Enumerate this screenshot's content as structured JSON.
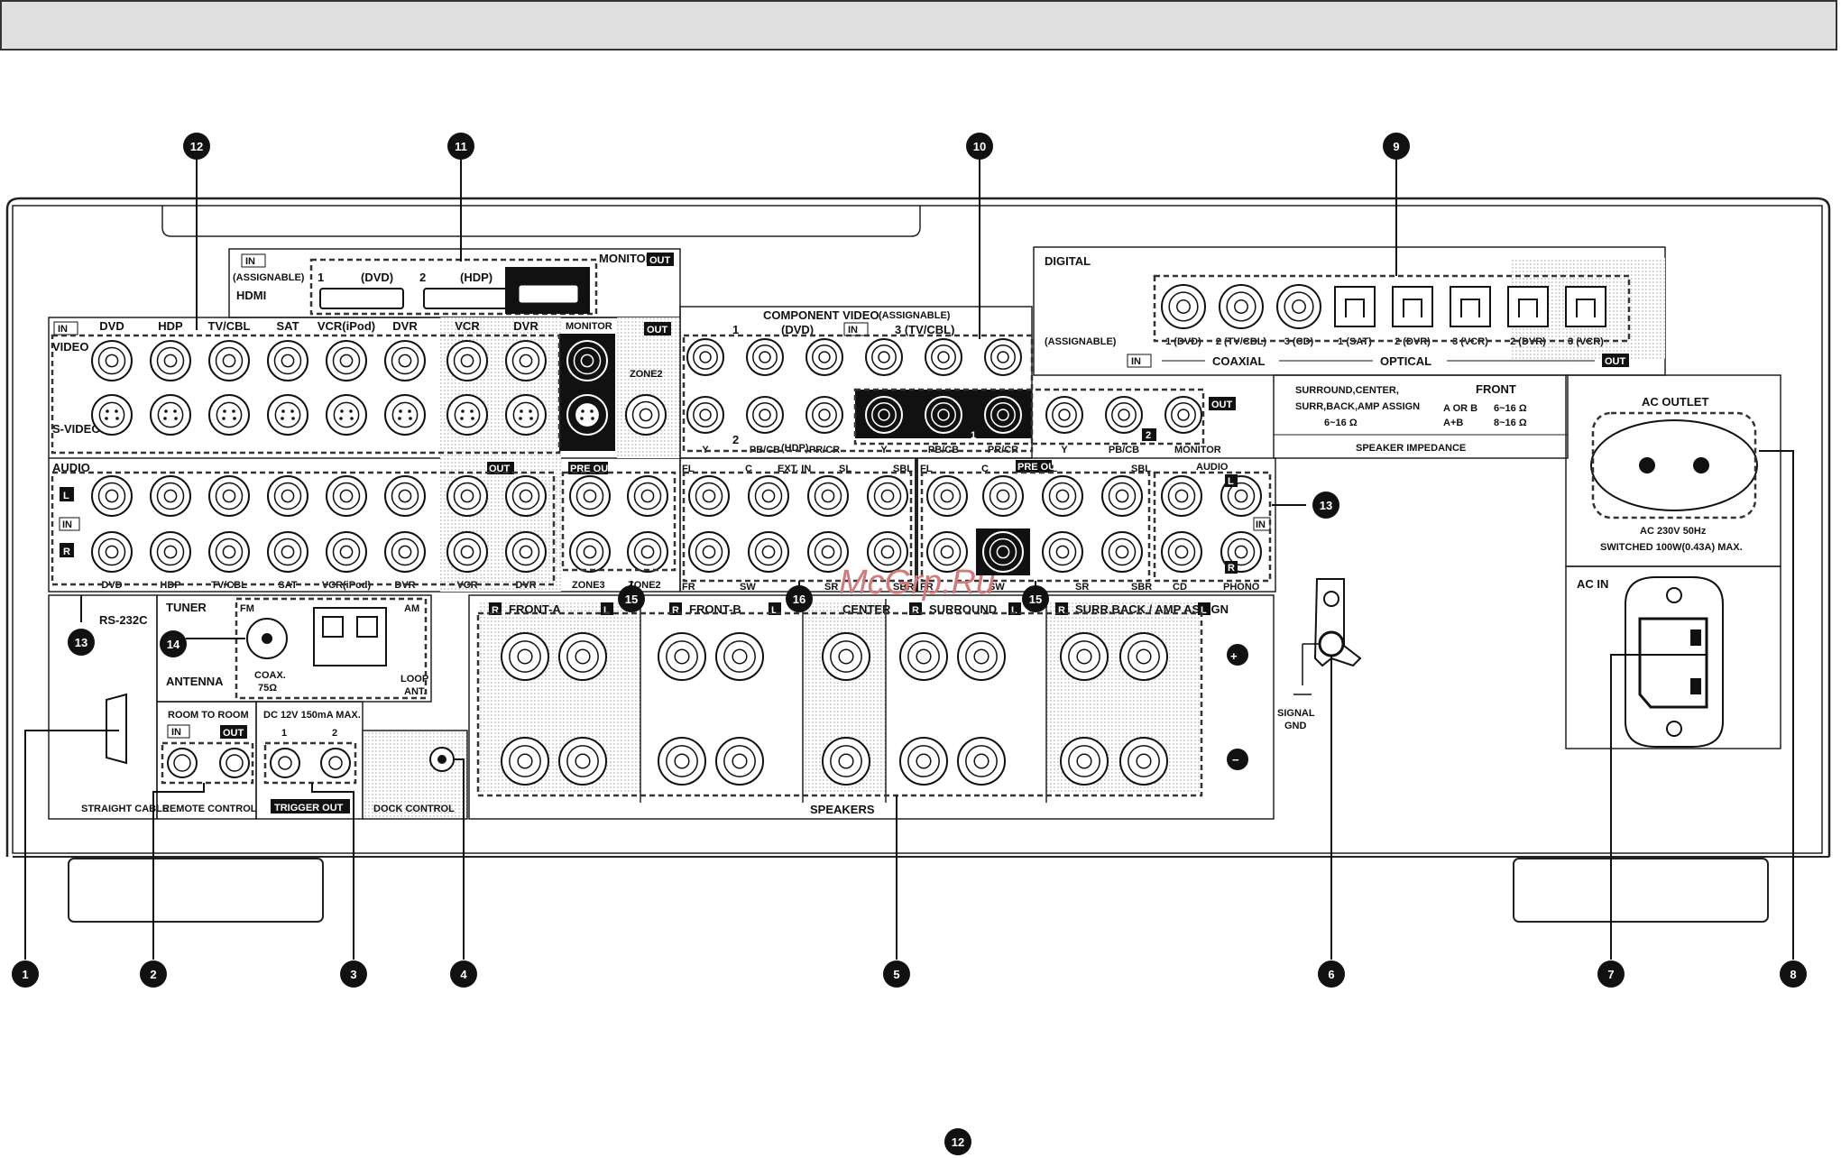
{
  "callouts": [
    "1",
    "2",
    "3",
    "4",
    "5",
    "6",
    "7",
    "8",
    "9",
    "10",
    "11",
    "12",
    "13",
    "13",
    "14",
    "15",
    "15",
    "16"
  ],
  "page_number": "12",
  "watermark": "McGrp.Ru",
  "hdmi": {
    "in_tag": "IN",
    "assignable": "(ASSIGNABLE)",
    "title": "HDMI",
    "in1": "1",
    "in1_src": "(DVD)",
    "in2": "2",
    "in2_src": "(HDP)",
    "monitor": "MONITOR",
    "out_tag": "OUT"
  },
  "video": {
    "in_tag": "IN",
    "row1": "VIDEO",
    "row2": "S-VIDEO",
    "monitor": "MONITOR",
    "out_tag": "OUT",
    "zone2": "ZONE2",
    "cols": [
      "DVD",
      "HDP",
      "TV/CBL",
      "SAT",
      "VCR(iPod)",
      "DVR",
      "VCR",
      "DVR"
    ]
  },
  "audio": {
    "title": "AUDIO",
    "l": "L",
    "r": "R",
    "in_tag": "IN",
    "out_tag": "OUT",
    "pre_out": "PRE OUT",
    "cols": [
      "DVD",
      "HDP",
      "TV/CBL",
      "SAT",
      "VCR(iPod)",
      "DVR",
      "VCR",
      "DVR"
    ],
    "zone3": "ZONE3",
    "zone2": "ZONE2"
  },
  "component": {
    "title": "COMPONENT VIDEO",
    "assignable": "(ASSIGNABLE)",
    "in_tag": "IN",
    "one": "1",
    "one_src": "(DVD)",
    "three": "3 (TV/CBL)",
    "two": "2",
    "two_src": "(HDP)",
    "y": "Y",
    "pb": "PB/CB",
    "pr": "PR/CR",
    "out_tag": "OUT",
    "monitor": "MONITOR",
    "b1": "1",
    "b2": "2"
  },
  "ext_in": {
    "fl": "FL",
    "c": "C",
    "title": "EXT. IN",
    "sl": "SL",
    "sbl": "SBL",
    "fr": "FR",
    "sw": "SW",
    "sr": "SR",
    "sbr": "SBR"
  },
  "preout": {
    "fl": "FL",
    "c": "C",
    "tag": "PRE OUT",
    "sl": "SL",
    "sbl": "SBL",
    "fr": "FR",
    "sw": "SW",
    "sr": "SR",
    "sbr": "SBR"
  },
  "audio2": {
    "title": "AUDIO",
    "l": "L",
    "r": "R",
    "in_tag": "IN",
    "cd": "CD",
    "phono": "PHONO"
  },
  "digital": {
    "title": "DIGITAL",
    "assignable": "(ASSIGNABLE)",
    "in_tag": "IN",
    "coaxial": "COAXIAL",
    "optical": "OPTICAL",
    "out_tag": "OUT",
    "labels": [
      "1 (DVD)",
      "2 (TV/CBL)",
      "3 (CD)",
      "1 (SAT)",
      "2 (DVR)",
      "3 (VCR)",
      "2 (DVR)",
      "3 (VCR)"
    ]
  },
  "impedance": {
    "col1": [
      "SURROUND,CENTER,",
      "SURR,BACK,AMP ASSIGN",
      "6~16 Ω"
    ],
    "front": "FRONT",
    "r1a": "A OR B",
    "r1b": "6~16 Ω",
    "r2a": "A+B",
    "r2b": "8~16 Ω",
    "title": "SPEAKER IMPEDANCE"
  },
  "ac_outlet": {
    "title": "AC OUTLET",
    "line1": "AC 230V  50Hz",
    "line2": "SWITCHED  100W(0.43A)  MAX."
  },
  "ac_in": {
    "title": "AC IN"
  },
  "rs232": {
    "title": "RS-232C",
    "cable": "STRAIGHT CABLE"
  },
  "tuner": {
    "title": "TUNER",
    "antenna": "ANTENNA",
    "fm": "FM",
    "am": "AM",
    "coax": "COAX.",
    "ohm": "75Ω",
    "loop": "LOOP",
    "ant": "ANT."
  },
  "room": {
    "title": "ROOM TO ROOM",
    "in_tag": "IN",
    "out_tag": "OUT",
    "remote": "REMOTE CONTROL"
  },
  "trigger": {
    "spec": "DC 12V  150mA MAX.",
    "one": "1",
    "two": "2",
    "title": "TRIGGER OUT"
  },
  "dock": {
    "title": "DOCK CONTROL"
  },
  "speakers": {
    "r": "R",
    "l": "L",
    "front_a": "FRONT-A",
    "front_b": "FRONT-B",
    "center": "CENTER",
    "surround": "SURROUND",
    "surr_back": "SURR.BACK / AMP ASSIGN",
    "title": "SPEAKERS",
    "plus": "+",
    "minus": "−"
  },
  "gnd": {
    "line1": "SIGNAL",
    "line2": "GND"
  }
}
